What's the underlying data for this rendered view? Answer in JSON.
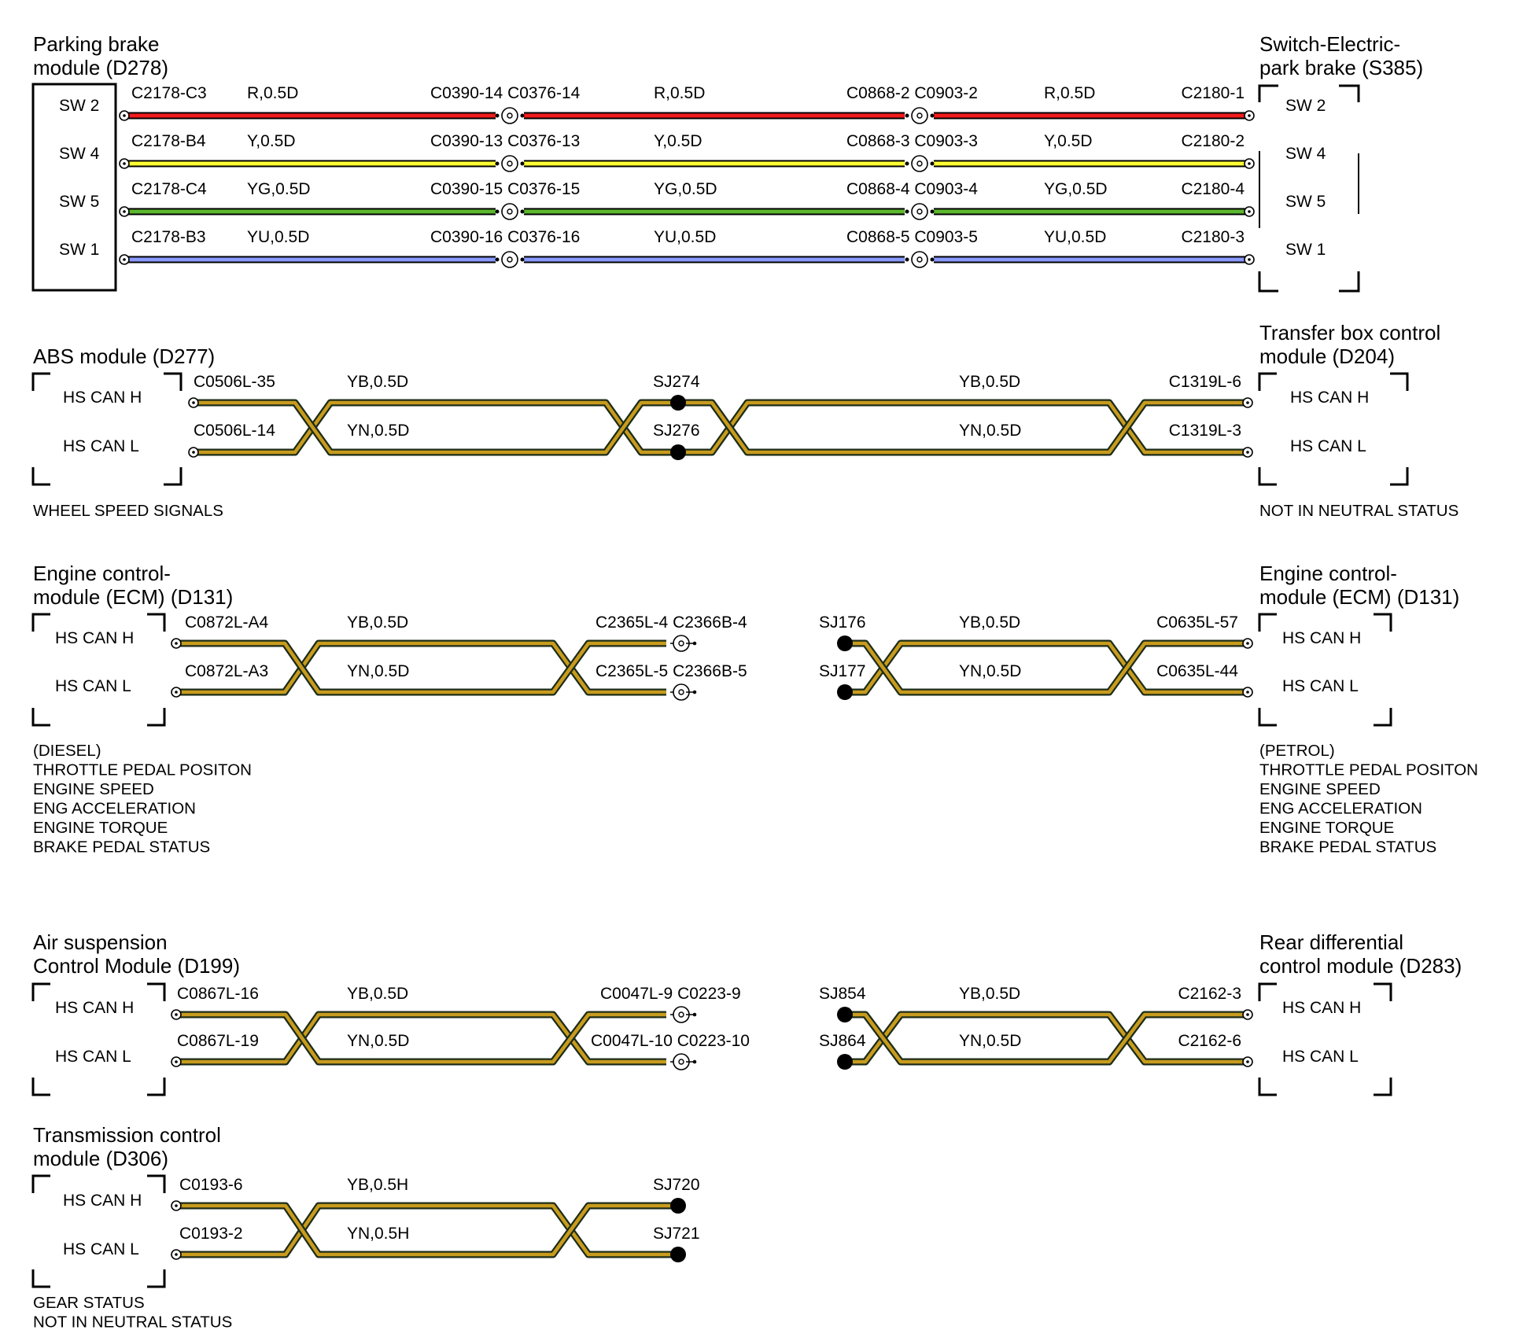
{
  "colors": {
    "red": "#f21b1b",
    "yellow": "#ffff33",
    "green": "#5cb82e",
    "blue": "#8a9aff",
    "can_gold": "#c89b1e",
    "can_dark": "#1c2c18",
    "outline": "#000000"
  },
  "pbrake": {
    "left_title": [
      "Parking brake",
      "module (D278)"
    ],
    "right_title": [
      "Switch-Electric-",
      "park brake (S385)"
    ],
    "rows": [
      {
        "pin": "SW 2",
        "c_left": "C2178-C3",
        "seg1": "R,0.5D",
        "j1": "C0390-14 C0376-14",
        "seg2": "R,0.5D",
        "j2": "C0868-2 C0903-2",
        "seg3": "R,0.5D",
        "c_right": "C2180-1",
        "color": "red"
      },
      {
        "pin": "SW 4",
        "c_left": "C2178-B4",
        "seg1": "Y,0.5D",
        "j1": "C0390-13 C0376-13",
        "seg2": "Y,0.5D",
        "j2": "C0868-3 C0903-3",
        "seg3": "Y,0.5D",
        "c_right": "C2180-2",
        "color": "yellow"
      },
      {
        "pin": "SW 5",
        "c_left": "C2178-C4",
        "seg1": "YG,0.5D",
        "j1": "C0390-15 C0376-15",
        "seg2": "YG,0.5D",
        "j2": "C0868-4 C0903-4",
        "seg3": "YG,0.5D",
        "c_right": "C2180-4",
        "color": "green"
      },
      {
        "pin": "SW 1",
        "c_left": "C2178-B3",
        "seg1": "YU,0.5D",
        "j1": "C0390-16 C0376-16",
        "seg2": "YU,0.5D",
        "j2": "C0868-5 C0903-5",
        "seg3": "YU,0.5D",
        "c_right": "C2180-3",
        "color": "blue"
      }
    ]
  },
  "abs": {
    "left_title": [
      "ABS module (D277)"
    ],
    "right_title": [
      "Transfer box control",
      "module (D204)"
    ],
    "left_pins": [
      "HS CAN H",
      "HS CAN L"
    ],
    "right_pins": [
      "HS CAN H",
      "HS CAN L"
    ],
    "connectors_left": [
      "C0506L-35",
      "C0506L-14"
    ],
    "seg1": [
      "YB,0.5D",
      "YN,0.5D"
    ],
    "splices": [
      "SJ274",
      "SJ276"
    ],
    "seg2": [
      "YB,0.5D",
      "YN,0.5D"
    ],
    "connectors_right": [
      "C1319L-6",
      "C1319L-3"
    ],
    "left_note": [
      "WHEEL SPEED SIGNALS"
    ],
    "right_note": [
      "NOT IN NEUTRAL STATUS"
    ]
  },
  "ecm_left": {
    "title": [
      "Engine control-",
      "module (ECM) (D131)"
    ],
    "pins": [
      "HS CAN H",
      "HS CAN L"
    ],
    "connectors": [
      "C0872L-A4",
      "C0872L-A3"
    ],
    "wires": [
      "YB,0.5D",
      "YN,0.5D"
    ],
    "ends": [
      "C2365L-4 C2366B-4",
      "C2365L-5 C2366B-5"
    ],
    "note": [
      "(DIESEL)",
      "THROTTLE PEDAL POSITON",
      "ENGINE SPEED",
      "ENG ACCELERATION",
      "ENGINE TORQUE",
      "BRAKE PEDAL STATUS"
    ]
  },
  "ecm_right": {
    "title": [
      "Engine control-",
      "module (ECM) (D131)"
    ],
    "pins": [
      "HS CAN H",
      "HS CAN L"
    ],
    "splices": [
      "SJ176",
      "SJ177"
    ],
    "wires": [
      "YB,0.5D",
      "YN,0.5D"
    ],
    "connectors": [
      "C0635L-57",
      "C0635L-44"
    ],
    "note": [
      "(PETROL)",
      "THROTTLE PEDAL POSITON",
      "ENGINE SPEED",
      "ENG ACCELERATION",
      "ENGINE TORQUE",
      "BRAKE PEDAL STATUS"
    ]
  },
  "air": {
    "title": [
      "Air suspension",
      "Control Module (D199)"
    ],
    "pins": [
      "HS CAN H",
      "HS CAN L"
    ],
    "connectors": [
      "C0867L-16",
      "C0867L-19"
    ],
    "wires": [
      "YB,0.5D",
      "YN,0.5D"
    ],
    "ends": [
      "C0047L-9 C0223-9",
      "C0047L-10 C0223-10"
    ]
  },
  "rear": {
    "title": [
      "Rear differential",
      "control module (D283)"
    ],
    "pins": [
      "HS CAN H",
      "HS CAN L"
    ],
    "splices": [
      "SJ854",
      "SJ864"
    ],
    "wires": [
      "YB,0.5D",
      "YN,0.5D"
    ],
    "connectors": [
      "C2162-3",
      "C2162-6"
    ]
  },
  "tcm": {
    "title": [
      "Transmission control",
      "module (D306)"
    ],
    "pins": [
      "HS CAN H",
      "HS CAN L"
    ],
    "connectors": [
      "C0193-6",
      "C0193-2"
    ],
    "wires": [
      "YB,0.5H",
      "YN,0.5H"
    ],
    "splices": [
      "SJ720",
      "SJ721"
    ],
    "note": [
      "GEAR STATUS",
      "NOT IN NEUTRAL STATUS"
    ]
  }
}
